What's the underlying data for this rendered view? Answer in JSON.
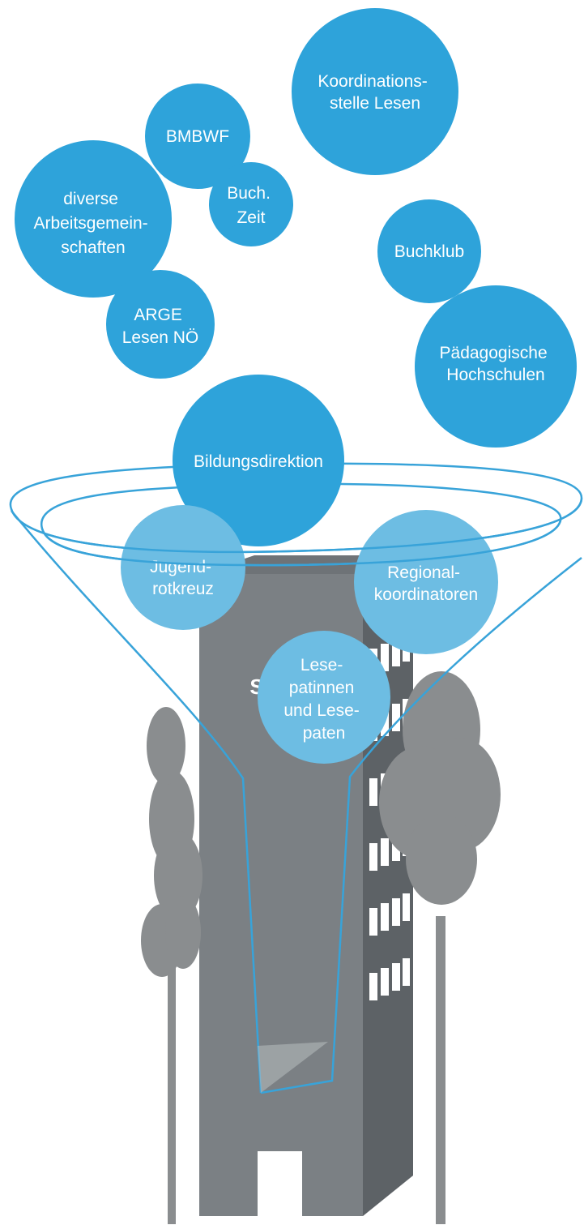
{
  "colors": {
    "bubble": "#2ea3da",
    "bubble_light": "#6dbde3",
    "funnel_outline": "#38a3d9",
    "building": "#7b8084",
    "building_roof": "#6e7377",
    "building_side": "#5d6266",
    "tree": "#8a8d8f",
    "background": "#ffffff"
  },
  "bubbles": {
    "koordinationsstelle": {
      "lines": [
        "Koordinations-",
        "stelle Lesen"
      ]
    },
    "bmbwf": {
      "lines": [
        "BMBWF"
      ]
    },
    "buchzeit": {
      "lines": [
        "Buch.",
        "Zeit"
      ]
    },
    "arbeitsgemeinschaften": {
      "lines": [
        "diverse",
        "Arbeitsgemein-",
        "schaften"
      ]
    },
    "arge": {
      "lines": [
        "ARGE",
        "Lesen NÖ"
      ]
    },
    "buchklub": {
      "lines": [
        "Buchklub"
      ]
    },
    "paedagogische": {
      "lines": [
        "Pädagogische",
        "Hochschulen"
      ]
    },
    "bildungsdirektion": {
      "lines": [
        "Bildungsdirektion"
      ]
    },
    "jugendrotkreuz": {
      "lines": [
        "Jugend-",
        "rotkreuz"
      ]
    },
    "regionalkoordinatoren": {
      "lines": [
        "Regional-",
        "koordinatoren"
      ]
    },
    "lesepaten": {
      "lines": [
        "Lese-",
        "patinnen",
        "und Lese-",
        "paten"
      ]
    }
  },
  "school": {
    "label": "Schule"
  }
}
